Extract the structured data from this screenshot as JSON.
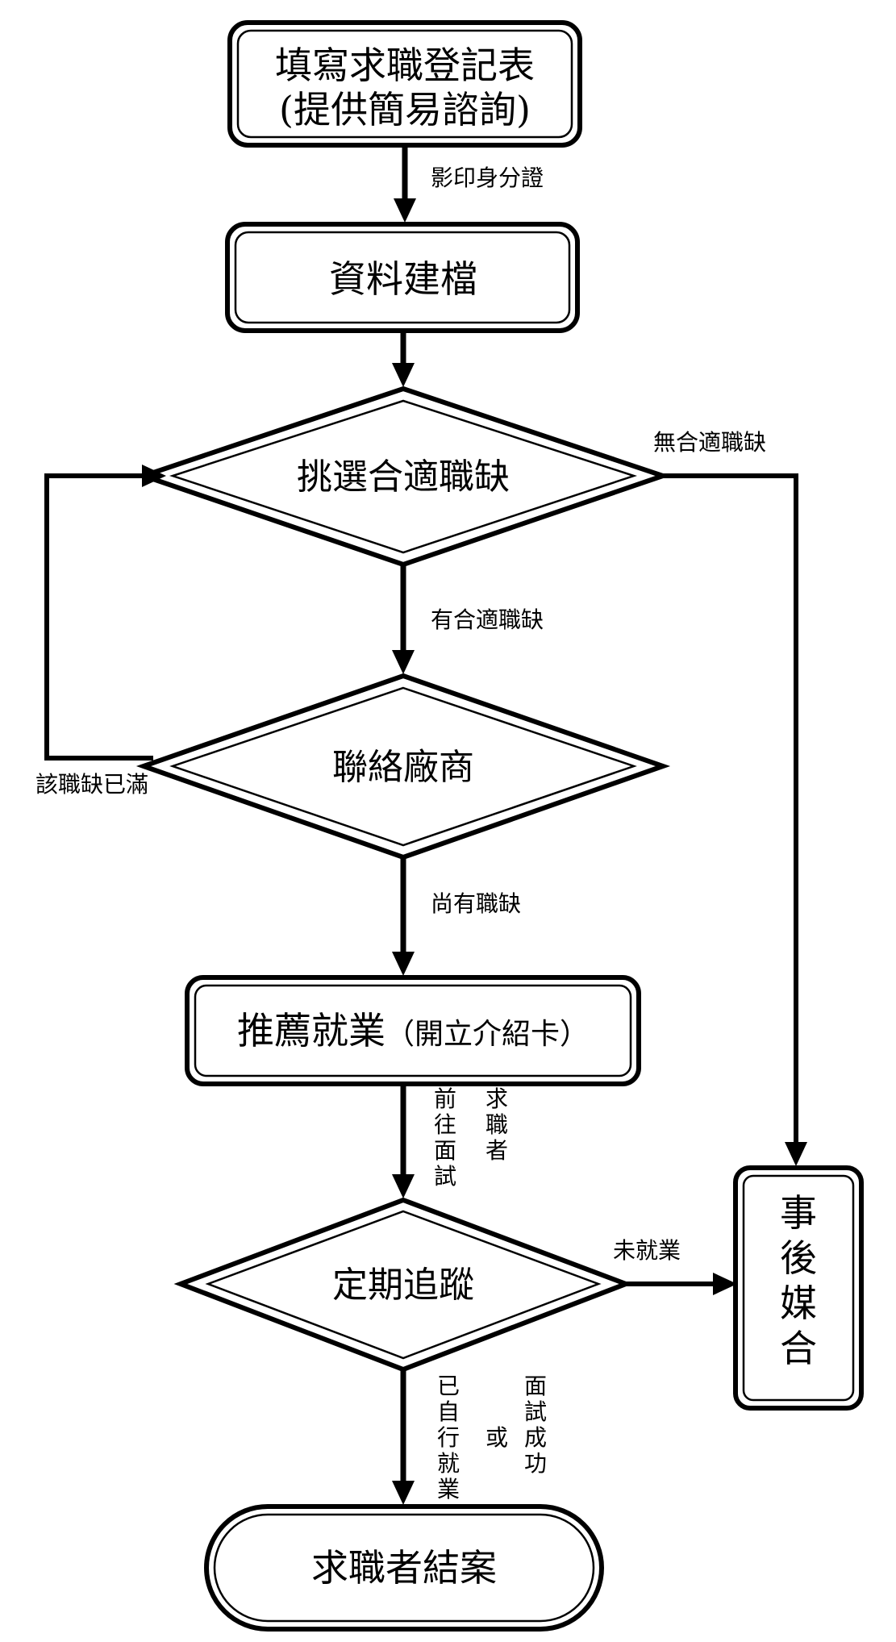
{
  "nodes": {
    "fill_form_line1": "填寫求職登記表",
    "fill_form_line2": "(提供簡易諮詢)",
    "data_filing": "資料建檔",
    "select_vacancy": "挑選合適職缺",
    "contact_company": "聯絡廠商",
    "recommend_main": "推薦就業",
    "recommend_sub": "（開立介紹卡）",
    "followup": "定期追蹤",
    "after_match": [
      "事",
      "後",
      "媒",
      "合"
    ],
    "case_closed": "求職者結案"
  },
  "edge_labels": {
    "copy_id": "影印身分證",
    "no_vacancy": "無合適職缺",
    "has_vacancy": "有合適職缺",
    "vacancy_full": "該職缺已滿",
    "still_vacancy": "尚有職缺",
    "interview_col1": [
      "前",
      "往",
      "面",
      "試"
    ],
    "interview_col2": [
      "求",
      "職",
      "者"
    ],
    "not_employed": "未就業",
    "self_employed": [
      "已",
      "自",
      "行",
      "就",
      "業"
    ],
    "or": "或",
    "interview_success": [
      "面",
      "試",
      "成",
      "功"
    ]
  }
}
